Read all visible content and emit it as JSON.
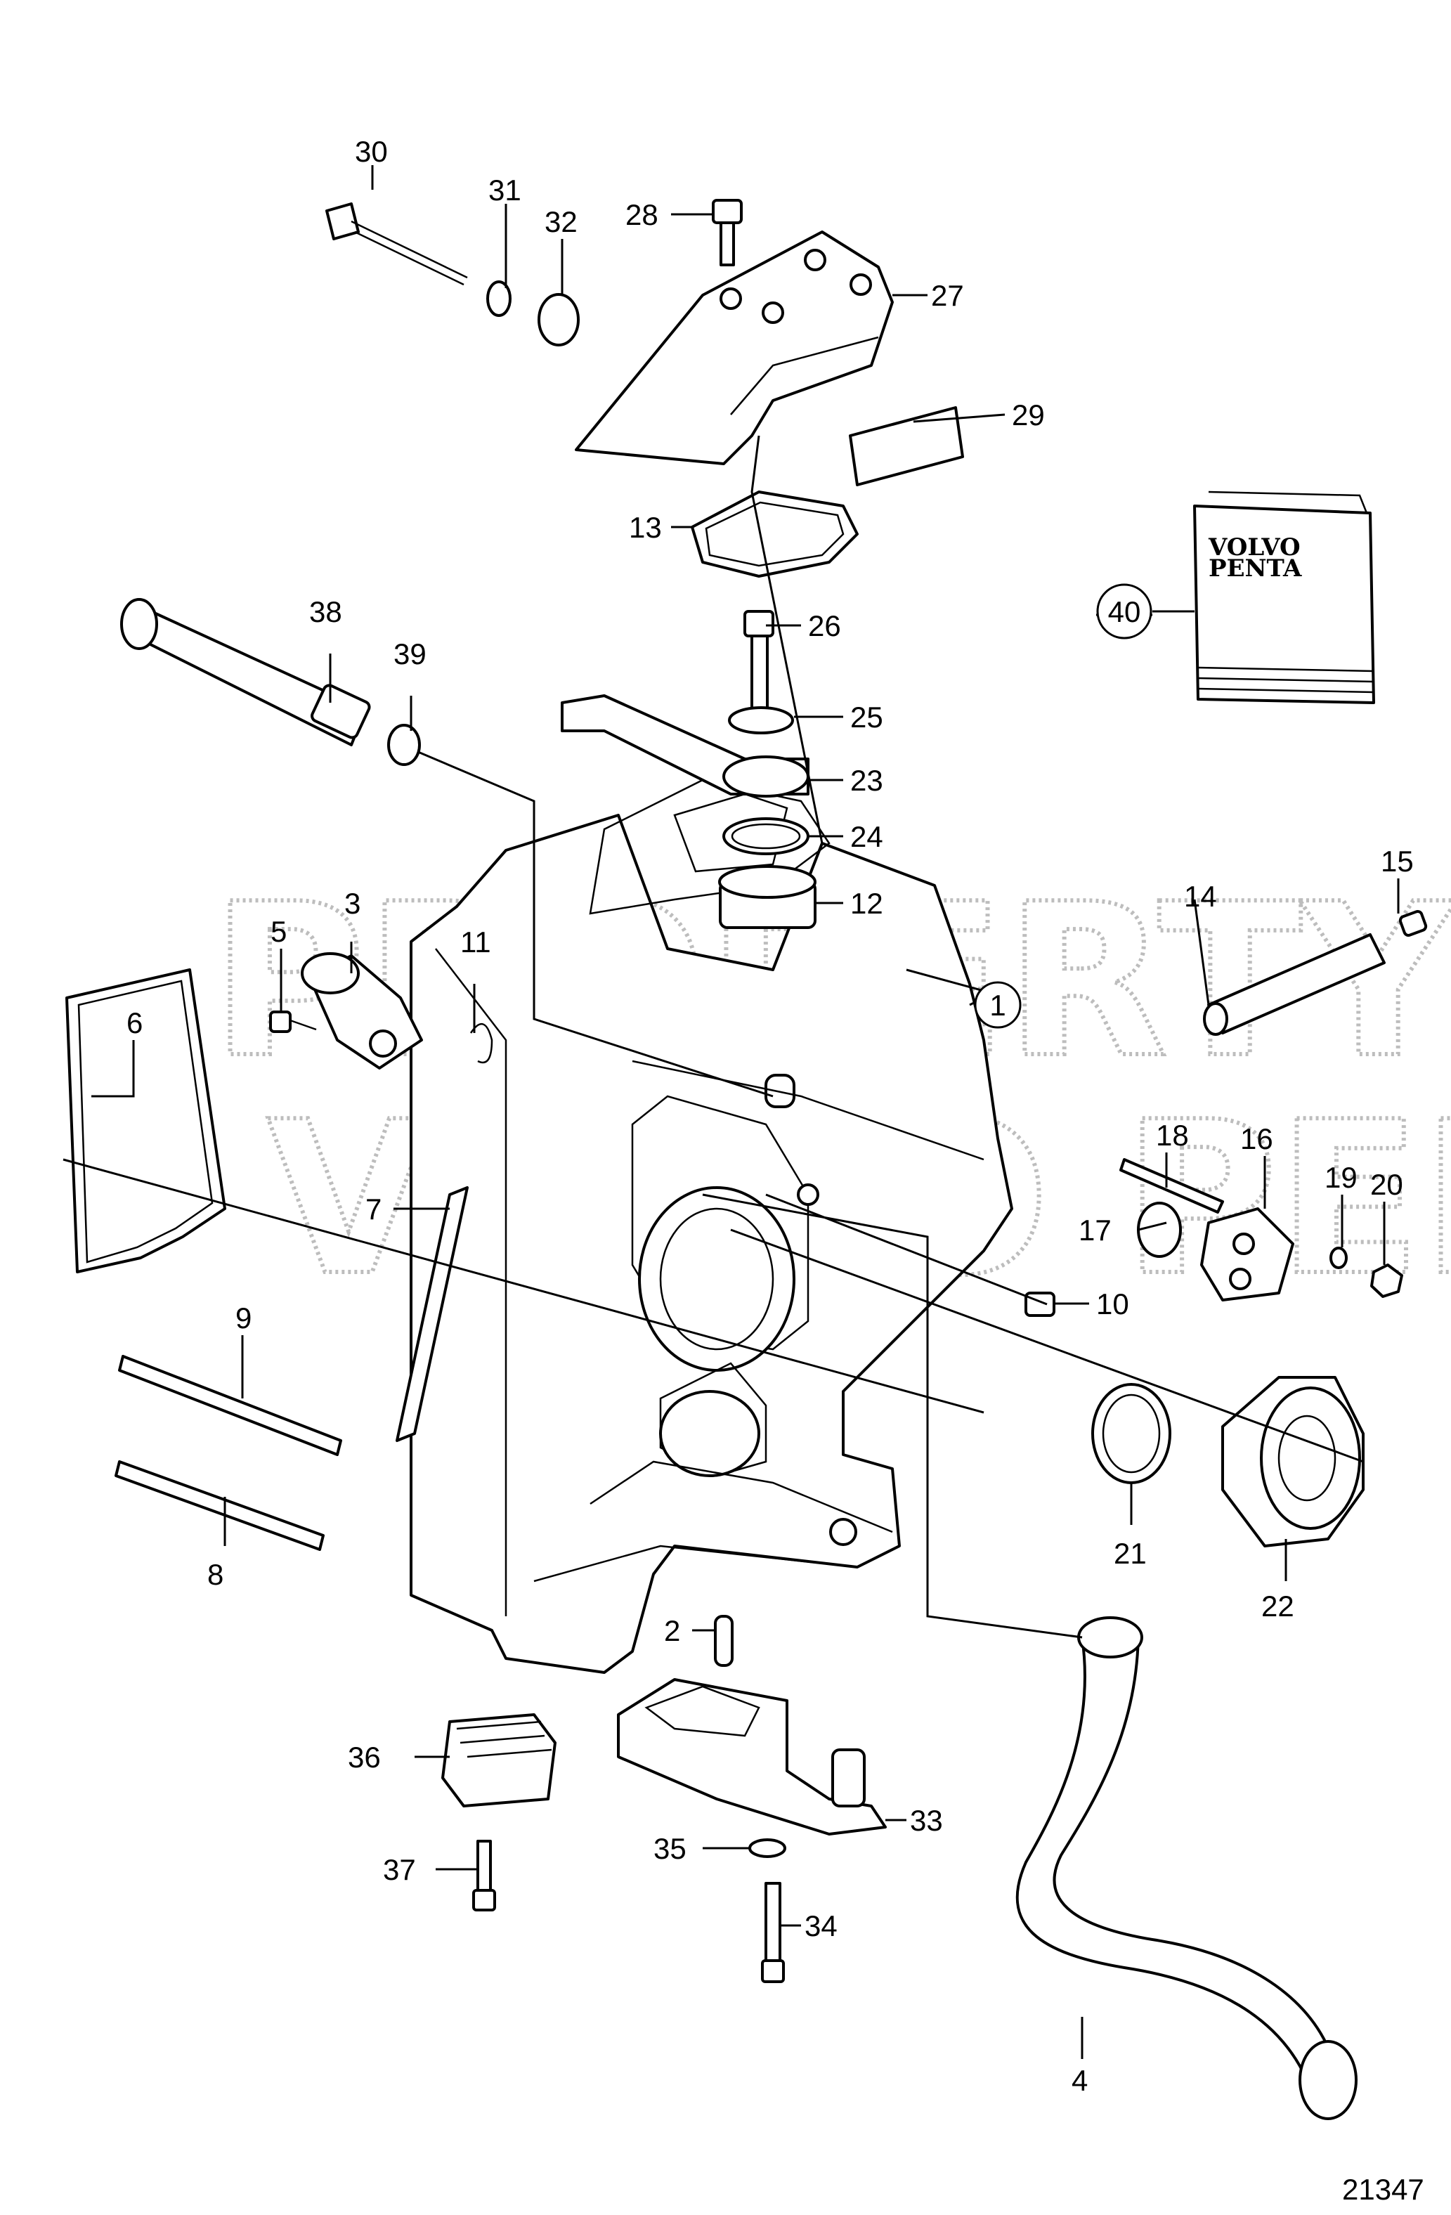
{
  "diagram": {
    "watermark_lines": [
      "PROPERTY OF",
      "VOLVO PENTA"
    ],
    "figure_number": "21347",
    "logo_text": [
      "VOLVO",
      "PENTA"
    ],
    "callouts": [
      "1",
      "2",
      "3",
      "4",
      "5",
      "6",
      "7",
      "8",
      "9",
      "10",
      "11",
      "12",
      "13",
      "14",
      "15",
      "16",
      "17",
      "18",
      "19",
      "20",
      "21",
      "22",
      "23",
      "24",
      "25",
      "26",
      "27",
      "28",
      "29",
      "30",
      "31",
      "32",
      "33",
      "34",
      "35",
      "36",
      "37",
      "38",
      "39",
      "40"
    ],
    "circled_callouts": [
      "1",
      "40"
    ]
  }
}
